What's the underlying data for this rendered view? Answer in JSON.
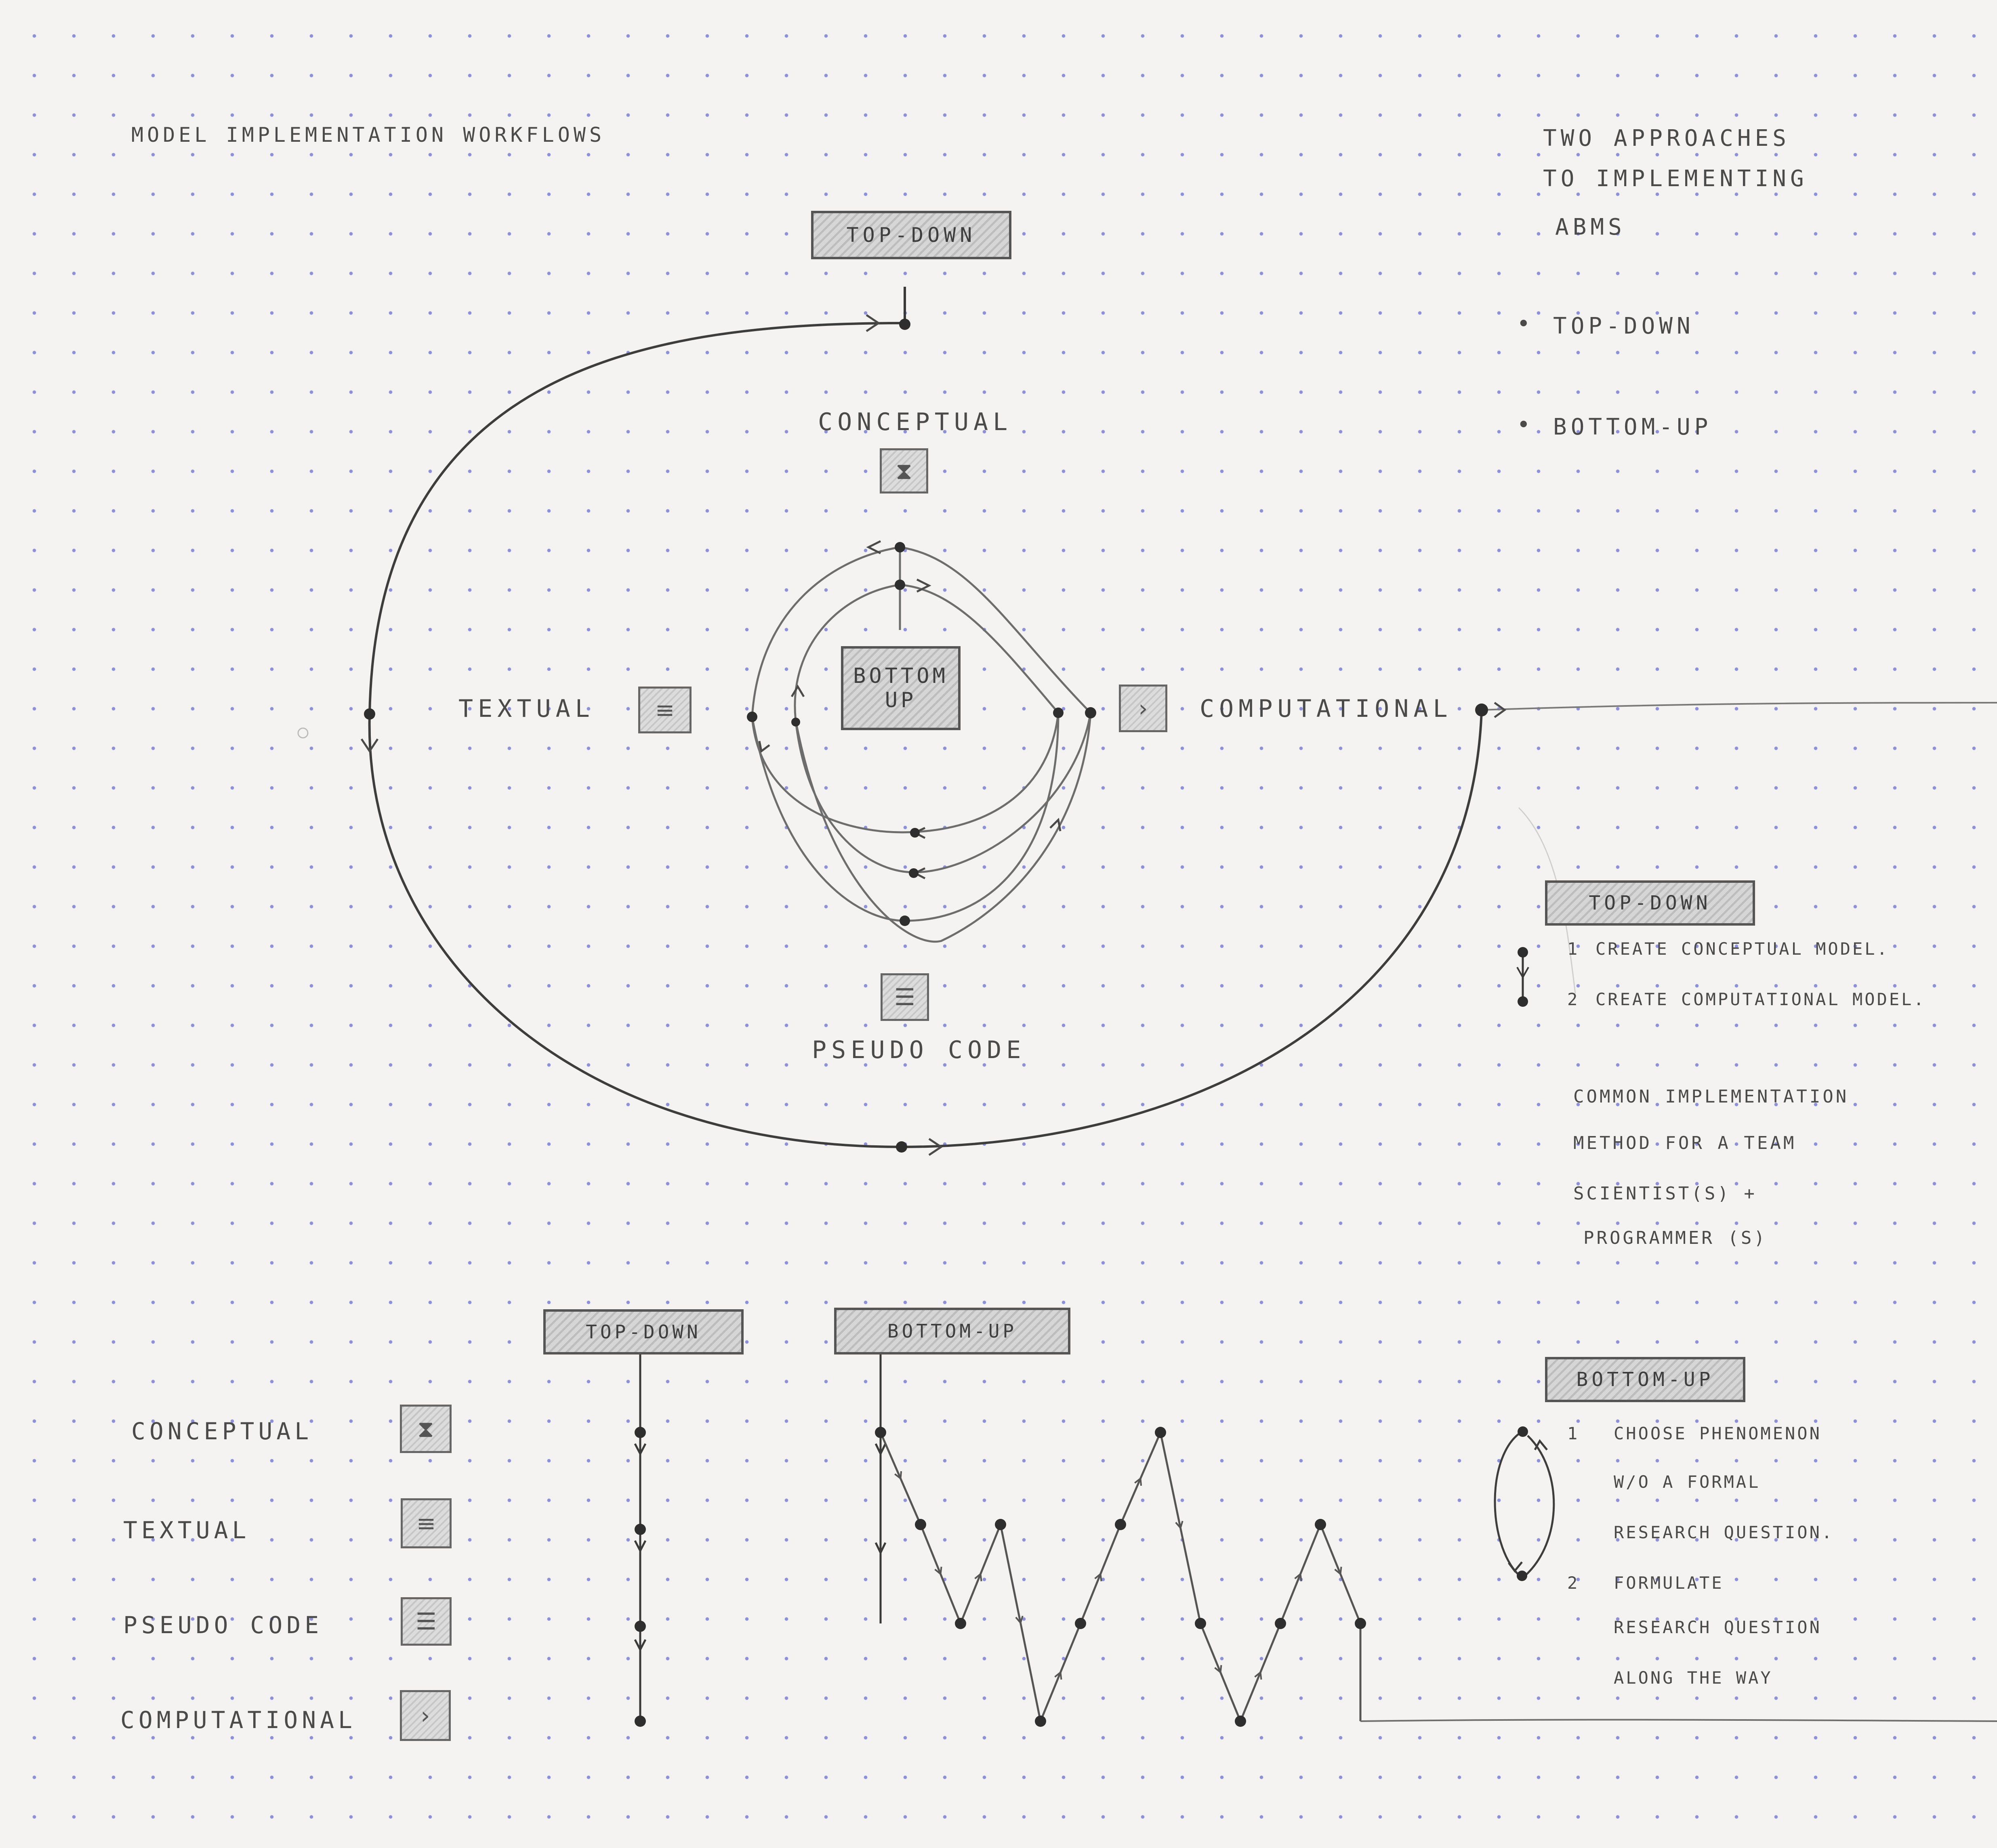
{
  "title": "Model implementation workflows",
  "intro": {
    "lines": [
      "Two approaches",
      "to implementing",
      "ABMs"
    ],
    "bullets": [
      "Top-down",
      "Bottom-up"
    ]
  },
  "top_diagram": {
    "top_label": "Top-down",
    "center_label_line1": "Bottom",
    "center_label_line2": "up",
    "nodes": {
      "conceptual": {
        "label": "Conceptual",
        "icon": "hourglass-icon",
        "glyph": "⧗"
      },
      "textual": {
        "label": "Textual",
        "icon": "text-lines-icon",
        "glyph": "≡"
      },
      "computational": {
        "label": "Computational",
        "icon": "chevron-icon",
        "glyph": "›"
      },
      "pseudo_code": {
        "label": "Pseudo code",
        "icon": "pseudo-code-icon",
        "glyph": "☰"
      }
    }
  },
  "top_down_panel": {
    "label": "Top-down",
    "steps": [
      {
        "number": "1",
        "text": "Create conceptual model."
      },
      {
        "number": "2",
        "text": "Create computational model."
      }
    ],
    "notes": [
      "Common implementation",
      "method for a team",
      "scientist(s) +",
      "programmer (s)"
    ]
  },
  "bottom_up_panel": {
    "label": "Bottom-up",
    "steps": [
      {
        "number": "1",
        "lines": [
          "Choose phenomenon",
          "w/o a formal",
          "research question."
        ]
      },
      {
        "number": "2",
        "lines": [
          "Formulate",
          "research question",
          "along the way"
        ]
      }
    ]
  },
  "bottom_diagram": {
    "column_labels": [
      "Top-down",
      "Bottom-up"
    ],
    "rows": [
      {
        "label": "Conceptual",
        "icon": "hourglass-icon",
        "glyph": "⧗"
      },
      {
        "label": "Textual",
        "icon": "text-lines-icon",
        "glyph": "≡"
      },
      {
        "label": "Pseudo code",
        "icon": "pseudo-code-icon",
        "glyph": "☰"
      },
      {
        "label": "Computational",
        "icon": "chevron-icon",
        "glyph": "›"
      }
    ],
    "bottom_up_path_levels": [
      1,
      2,
      3,
      2,
      4,
      3,
      2,
      1,
      3,
      4,
      3,
      2,
      3
    ]
  },
  "colors": {
    "paper": "#f4f3f1",
    "dot_grid": "#8b8fd8",
    "pencil": "#4c4c4c",
    "pencil_light": "#8a8a8a"
  }
}
